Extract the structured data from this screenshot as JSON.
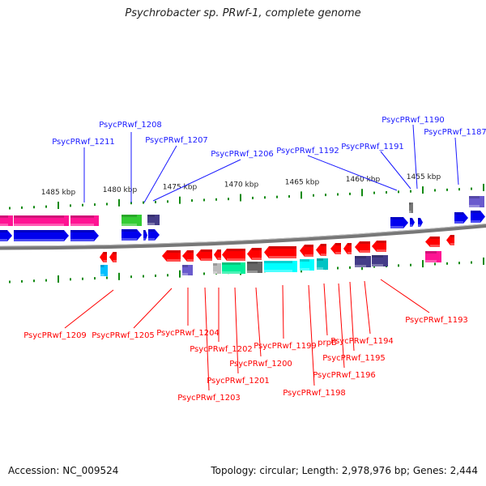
{
  "title": "Psychrobacter sp. PRwf-1, complete genome",
  "footer": {
    "accession": "Accession: NC_009524",
    "topology": "Topology: circular; Length: 2,978,976 bp; Genes: 2,444"
  },
  "colors": {
    "forward_label": "#1a1aff",
    "reverse_label": "#ff0000",
    "forward_gene": "#0000ee",
    "reverse_gene": "#ff0000",
    "tick": "#138a13",
    "backbone": "#777777"
  },
  "scale_labels": [
    "1485 kbp",
    "1480 kbp",
    "1475 kbp",
    "1470 kbp",
    "1465 kbp",
    "1460 kbp",
    "1455 kbp"
  ],
  "forward_labels": [
    "PsycPRwf_1208",
    "PsycPRwf_1211",
    "PsycPRwf_1207",
    "PsycPRwf_1206",
    "PsycPRwf_1192",
    "PsycPRwf_1191",
    "PsycPRwf_1190",
    "PsycPRwf_1187"
  ],
  "reverse_labels": [
    "PsycPRwf_1209",
    "PsycPRwf_1205",
    "PsycPRwf_1204",
    "PsycPRwf_1202",
    "PsycPRwf_1200",
    "PsycPRwf_1199",
    "prpB",
    "PsycPRwf_1194",
    "PsycPRwf_1193",
    "PsycPRwf_1195",
    "PsycPRwf_1196",
    "PsycPRwf_1198",
    "PsycPRwf_1201",
    "PsycPRwf_1203"
  ]
}
